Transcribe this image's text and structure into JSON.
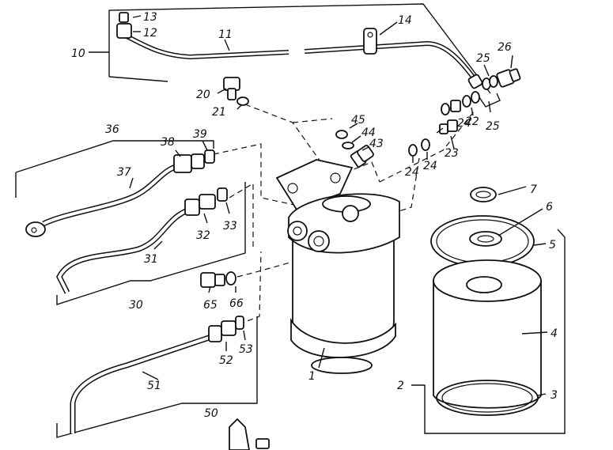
{
  "callouts": [
    "13",
    "12",
    "11",
    "10",
    "14",
    "26",
    "25",
    "25",
    "22",
    "24",
    "23",
    "24",
    "24",
    "45",
    "44",
    "43",
    "20",
    "21",
    "36",
    "38",
    "39",
    "37",
    "32",
    "33",
    "31",
    "30",
    "65",
    "66",
    "52",
    "53",
    "51",
    "50",
    "1",
    "7",
    "6",
    "5",
    "4",
    "2",
    "3"
  ]
}
